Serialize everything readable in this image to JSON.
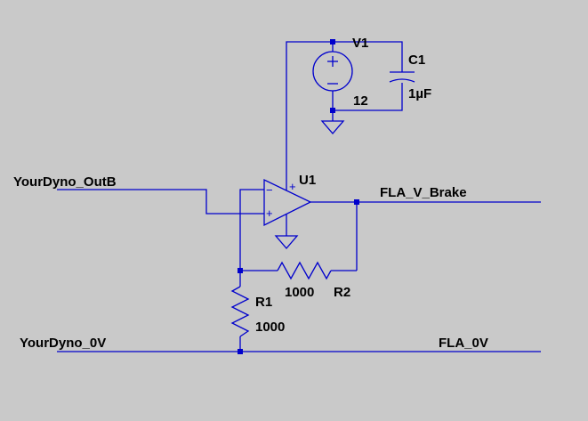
{
  "components": {
    "v1": {
      "ref": "V1",
      "value": "12"
    },
    "c1": {
      "ref": "C1",
      "value": "1µF"
    },
    "u1": {
      "ref": "U1",
      "minus": "−",
      "plus": "+"
    },
    "r1": {
      "ref": "R1",
      "value": "1000"
    },
    "r2": {
      "ref": "R2",
      "value": "1000"
    }
  },
  "nets": {
    "input": "YourDyno_OutB",
    "ground": "YourDyno_0V",
    "output": "FLA_V_Brake",
    "return": "FLA_0V"
  },
  "colors": {
    "wire": "#0000cc",
    "background": "#c9c9c9",
    "label": "#000000"
  }
}
